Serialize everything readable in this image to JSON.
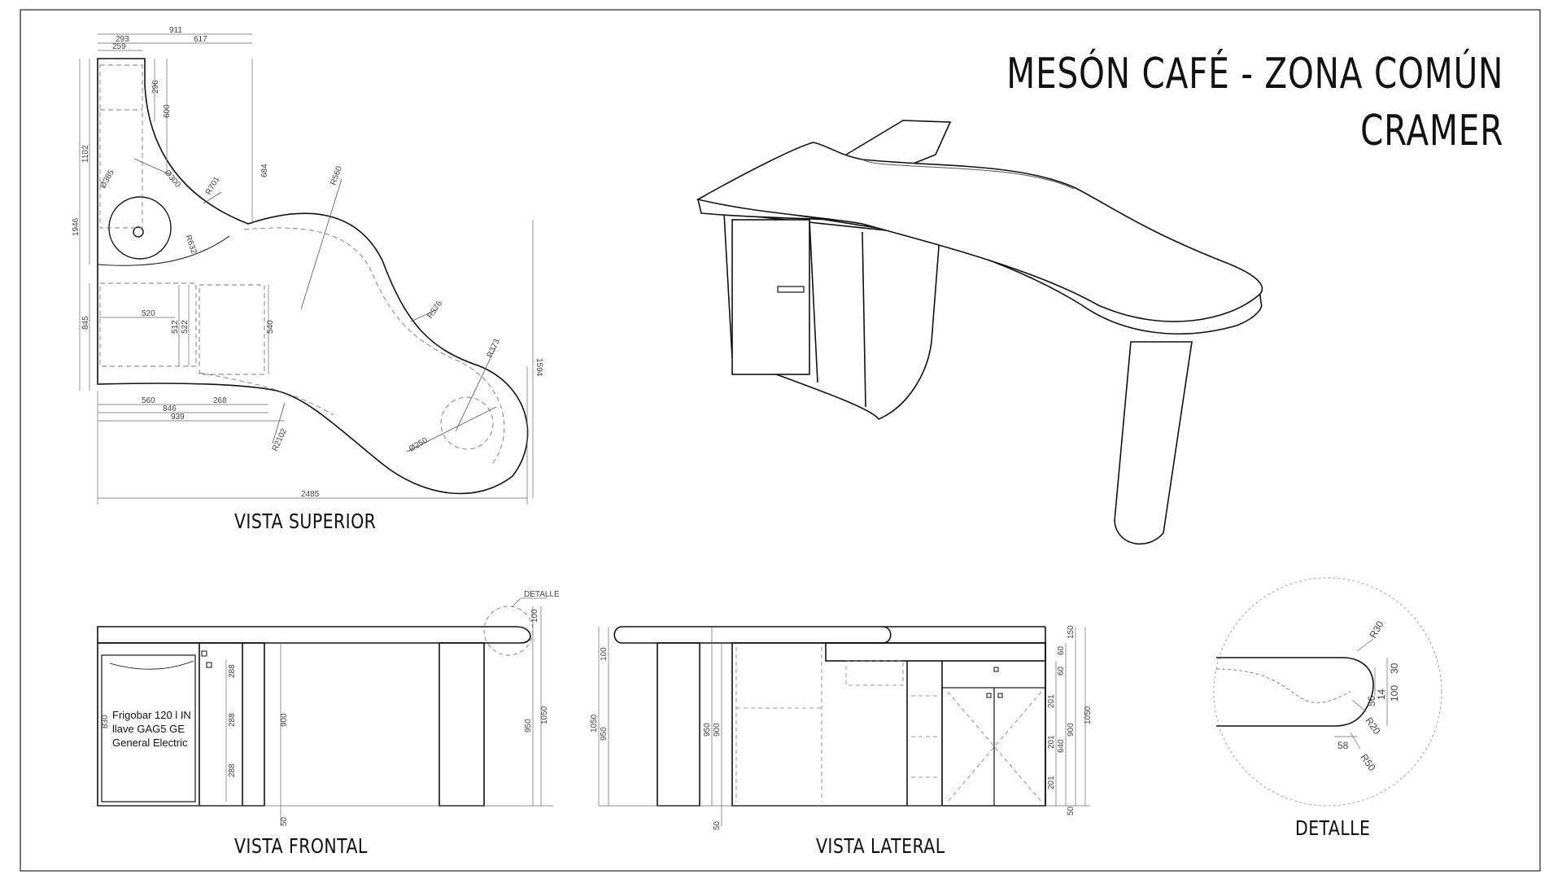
{
  "title": {
    "line1": "MESÓN CAFÉ - ZONA COMÚN",
    "line2": "CRAMER"
  },
  "views": {
    "top": "VISTA SUPERIOR",
    "front": "VISTA FRONTAL",
    "side": "VISTA LATERAL",
    "detail": "DETALLE"
  },
  "top_view_dims": {
    "w911": "911",
    "w293": "293",
    "w259": "259",
    "w617": "617",
    "h1946": "1946",
    "h1102": "1102",
    "h845": "845",
    "h296": "296",
    "h600": "600",
    "h684": "684",
    "d385": "Ø385",
    "d300": "Ø300",
    "r701": "R701",
    "r632": "R632",
    "r560": "R560",
    "r576": "R576",
    "r373": "R373",
    "r2102": "R2102",
    "d250": "Ø250",
    "w520": "520",
    "h512": "512",
    "h522": "522",
    "h540": "540",
    "w560": "560",
    "w268": "268",
    "w846": "846",
    "w939": "939",
    "w2485": "2485",
    "h1594": "1594"
  },
  "front_view": {
    "detail_callout": "DETALLE",
    "fridge_note": [
      "Frigobar 120 l IN",
      "llave GAG5 GE",
      "General Electric"
    ],
    "dims": {
      "h830": "830",
      "h288a": "288",
      "h288b": "288",
      "h288c": "288",
      "h900": "900",
      "h50": "50",
      "h950": "950",
      "h1050": "1050",
      "h100": "100"
    }
  },
  "side_view": {
    "dims": {
      "h1050": "1050",
      "h950": "950",
      "h100": "100",
      "h950b": "950",
      "h900": "900",
      "h50": "50",
      "h201a": "201",
      "h201b": "201",
      "h201c": "201",
      "h640": "640",
      "h900b": "900",
      "h1050b": "1050",
      "h60": "60",
      "h150": "150",
      "h60b": "60",
      "h50b": "50"
    }
  },
  "detail_view": {
    "dims": {
      "r30": "R30",
      "r20": "R20",
      "r50": "R50",
      "d30": "30",
      "d14": "14",
      "d56": "56",
      "d100": "100",
      "d58": "58"
    }
  }
}
